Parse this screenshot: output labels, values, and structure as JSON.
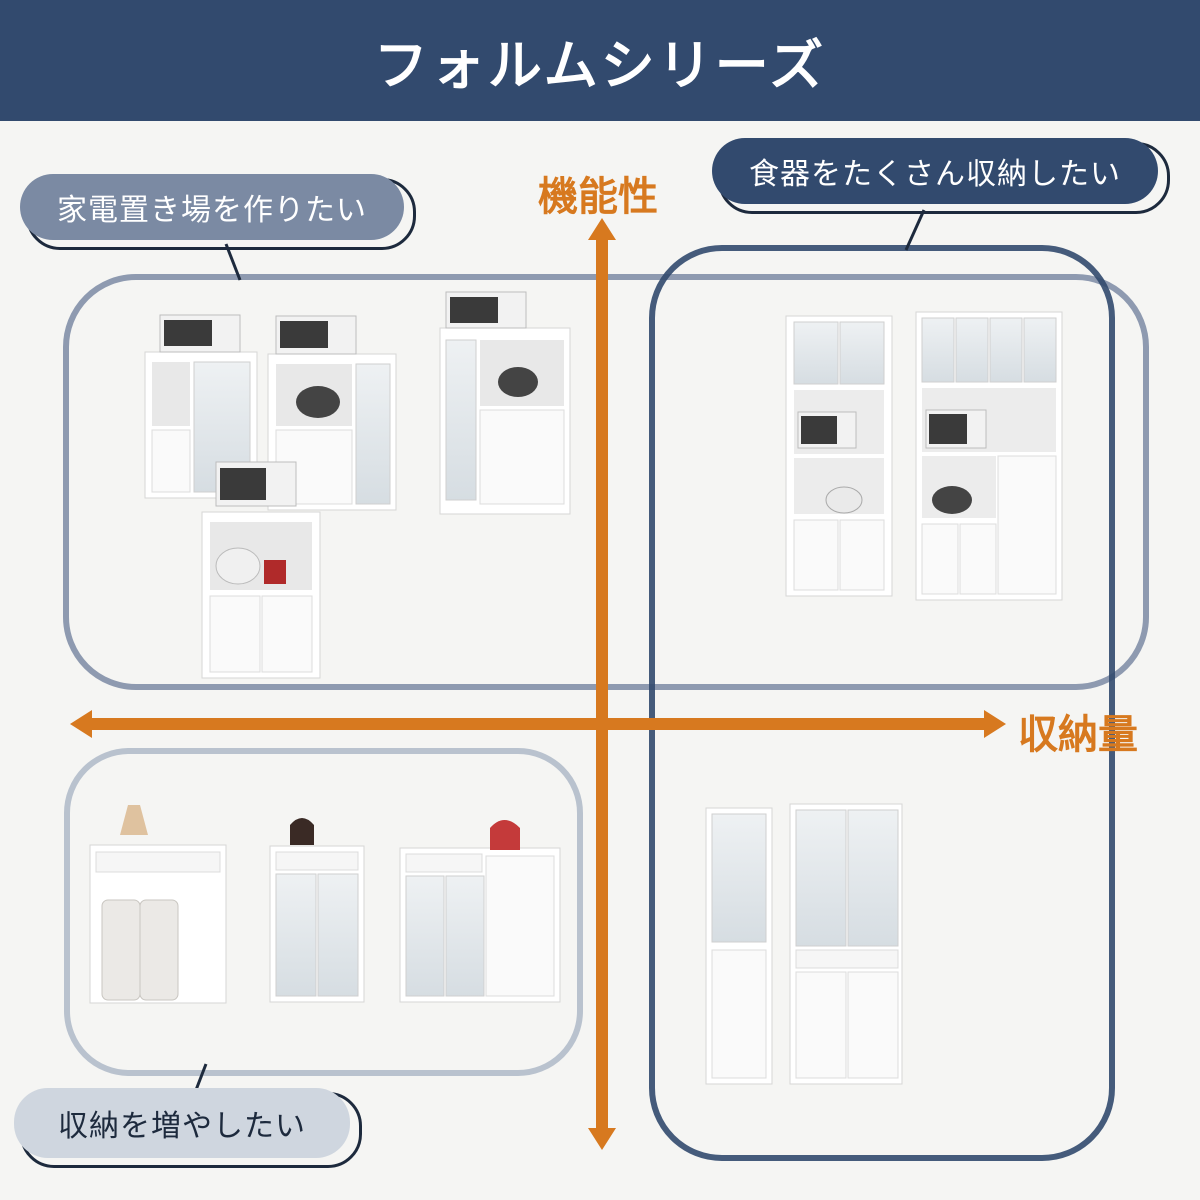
{
  "header": {
    "title": "フォルムシリーズ"
  },
  "axes": {
    "vertical_label": "機能性",
    "horizontal_label": "収納量",
    "color": "#d7791f"
  },
  "categories": [
    {
      "label": "家電置き場を作りたい",
      "color": "#7b8aa3"
    },
    {
      "label": "食器をたくさん収納したい",
      "color": "#324a6e"
    },
    {
      "label": "収納を増やしたい",
      "color": "#9aa6b8"
    }
  ],
  "colors": {
    "header_bg": "#324a6e",
    "background": "#f5f5f3",
    "cabinet_white": "#ffffff",
    "cabinet_edge": "#d9d9d9"
  },
  "images": {
    "top_left": "kitchen-counter-cabinets-with-microwaves",
    "top_right": "tall-cupboards-with-glass-doors",
    "bottom_left": "low-cabinets-and-trash-bin-wagon",
    "bottom_right": "slim-tall-glass-door-cupboards"
  }
}
